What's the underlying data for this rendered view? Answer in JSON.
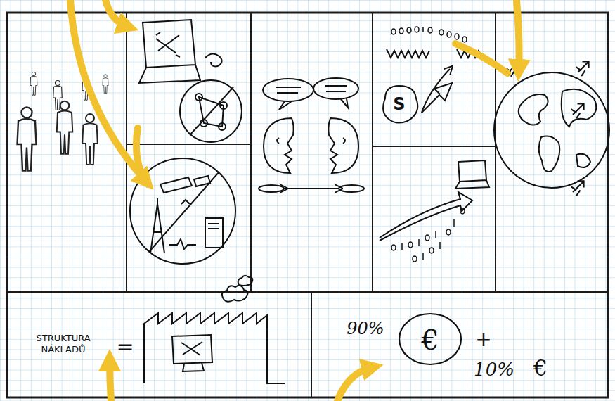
{
  "diagram": {
    "nodes": [
      {
        "text": [
          "STRUKTURA NÁKLADŮ",
          "="
        ]
      },
      {
        "text": [
          "90%",
          "€",
          "+",
          "10%",
          "€"
        ]
      }
    ],
    "labels": [
      "S"
    ]
  }
}
